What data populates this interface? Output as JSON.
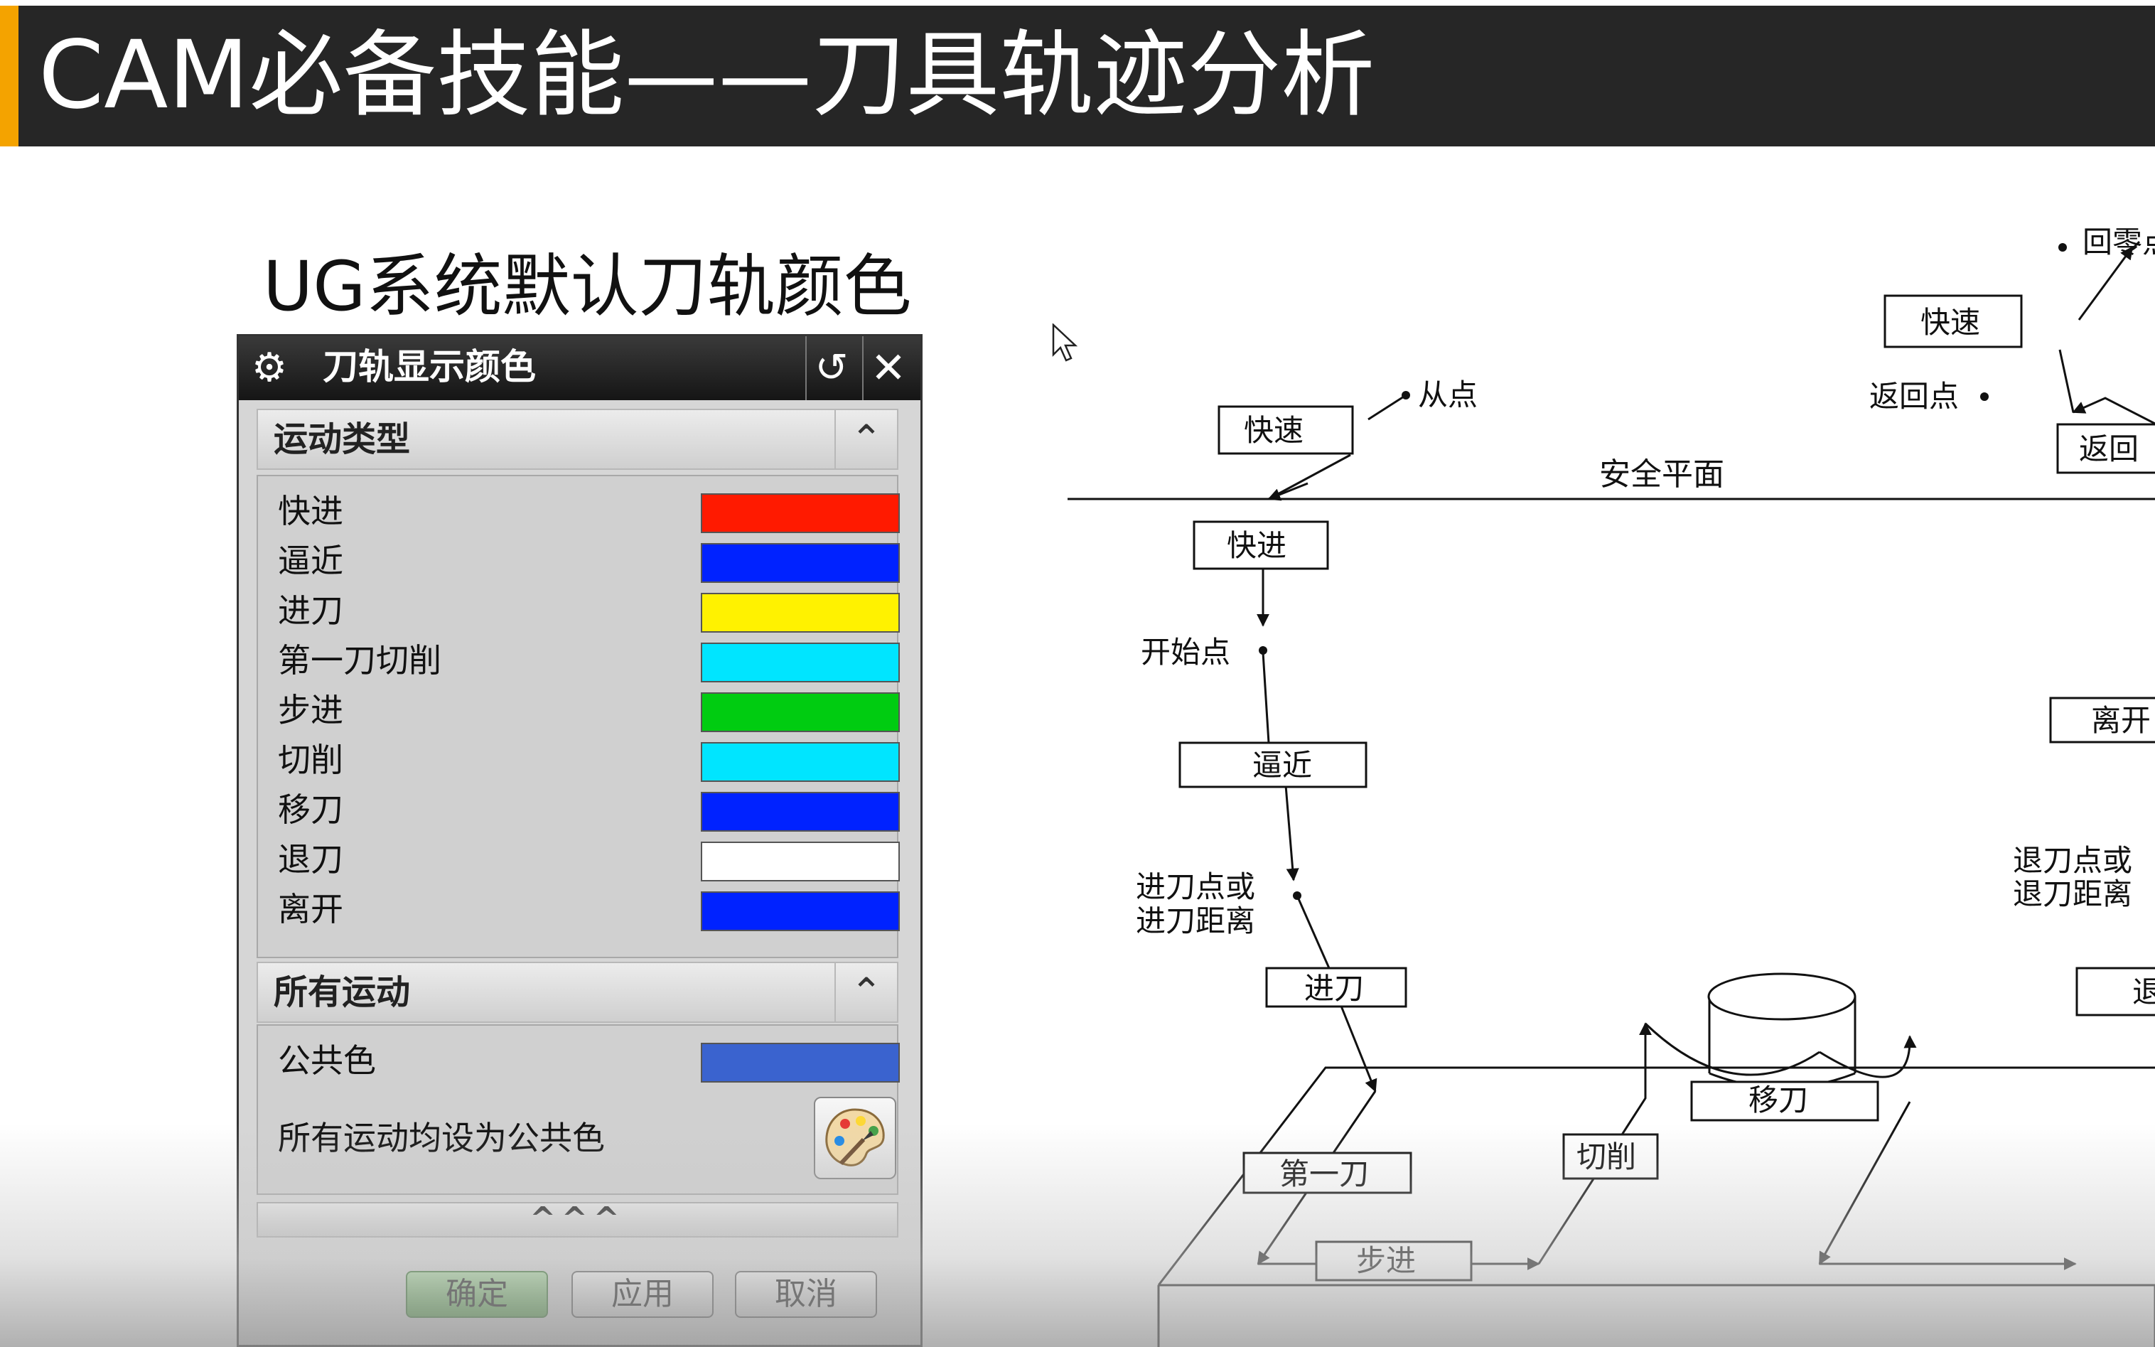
{
  "slide": {
    "title": "CAM必备技能——刀具轨迹分析",
    "heading": "UG系统默认刀轨颜色"
  },
  "dialog": {
    "title": "刀轨显示颜色",
    "sections": {
      "motion_types": {
        "title": "运动类型",
        "items": [
          {
            "label": "快进",
            "color": "#ff1a00"
          },
          {
            "label": "逼近",
            "color": "#0022ff"
          },
          {
            "label": "进刀",
            "color": "#fff200"
          },
          {
            "label": "第一刀切削",
            "color": "#00e5ff"
          },
          {
            "label": "步进",
            "color": "#00cc11"
          },
          {
            "label": "切削",
            "color": "#00e5ff"
          },
          {
            "label": "移刀",
            "color": "#0022ff"
          },
          {
            "label": "退刀",
            "color": "#ffffff"
          },
          {
            "label": "离开",
            "color": "#0022ff"
          }
        ]
      },
      "all_motions": {
        "title": "所有运动",
        "common_color_label": "公共色",
        "common_color": "#3a63cf",
        "set_all_label": "所有运动均设为公共色"
      }
    },
    "expand_glyph": "^^^",
    "buttons": {
      "ok": "确定",
      "apply": "应用",
      "cancel": "取消"
    },
    "icons": {
      "settings": "gear-icon",
      "reset": "reset-icon",
      "close": "close-icon",
      "collapse": "chevron-up-icon",
      "palette": "palette-icon"
    }
  },
  "diagram": {
    "safe_plane": "安全平面",
    "boxes": {
      "rapid_top": "快速",
      "rapid_left": "快速",
      "return_box": "返回",
      "traverse_fast": "快进",
      "approach": "逼近",
      "engage": "进刀",
      "first_cut": "第一刀",
      "stepover": "步进",
      "cut": "切削",
      "move_tool": "移刀",
      "depart": "离开",
      "retract_box": "退"
    },
    "labels": {
      "from_point": "从点",
      "return_home": "回零点",
      "return_point": "返回点",
      "start_point": "开始点",
      "engage_point_line1": "进刀点或",
      "engage_point_line2": "进刀距离",
      "retract_point_line1": "退刀点或",
      "retract_point_line2": "退刀距离"
    }
  }
}
